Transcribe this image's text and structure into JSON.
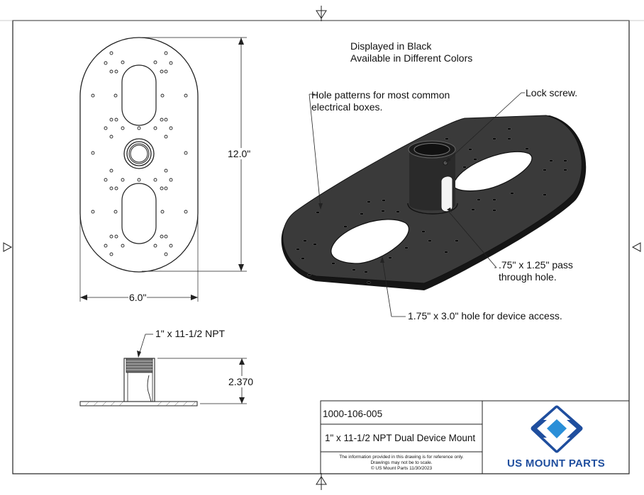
{
  "notes": {
    "display_color_line1": "Displayed in Black",
    "display_color_line2": "Available in Different Colors",
    "hole_patterns_line1": "Hole patterns for most common",
    "hole_patterns_line2": "electrical boxes.",
    "lock_screw": "Lock screw.",
    "pass_hole_line1": ".75\" x 1.25\" pass",
    "pass_hole_line2": "through hole.",
    "device_hole": "1.75\" x 3.0\" hole for device access."
  },
  "dimensions": {
    "height": "12.0\"",
    "width": "6.0\"",
    "thread": "1\" x 11-1/2 NPT",
    "side_height": "2.370"
  },
  "title_block": {
    "part_number": "1000-106-005",
    "title": "1\" x 11-1/2 NPT Dual Device Mount",
    "disclaimer_line1": "The information provided in this drawing is for reference only.",
    "disclaimer_line2": "Drawings may not be to scale.",
    "disclaimer_line3": "© US Mount Parts 11/30/2023",
    "brand": "US MOUNT PARTS",
    "brand_color": "#1f4e9e",
    "logo_color": "#2a8fd8"
  }
}
